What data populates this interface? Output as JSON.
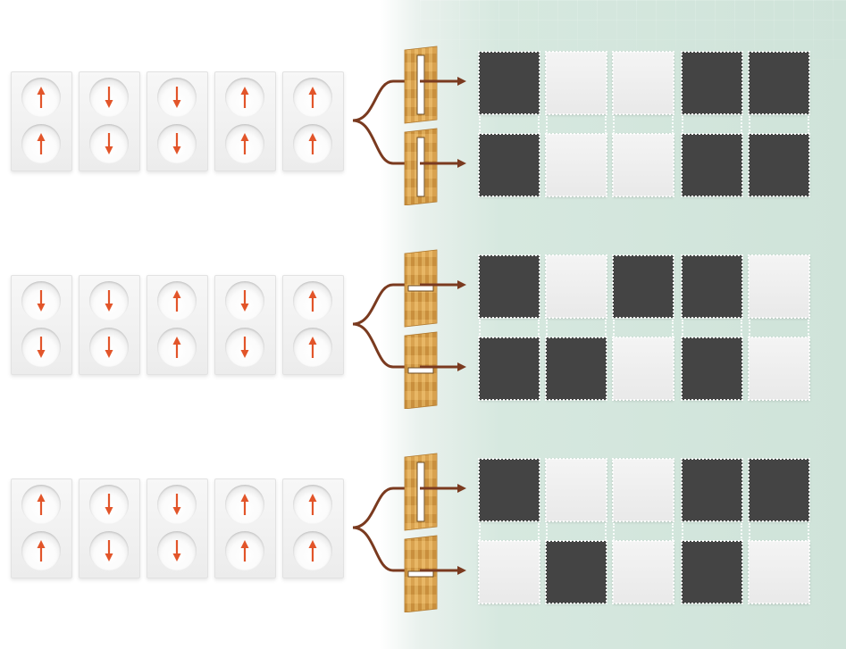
{
  "colors": {
    "arrow": "#e2552a",
    "connector": "#7a3a1f",
    "tile_dark": "#444444",
    "tile_light": "#f2f2f2",
    "wood": "#d9a24f",
    "background_right": "#cfe3d9"
  },
  "icons": {
    "spin_up": "arrow-up-icon",
    "spin_down": "arrow-down-icon",
    "detector": "slotted-wood-panel-icon"
  },
  "blocks": [
    {
      "detector": {
        "slot": "vertical"
      },
      "pairs": [
        {
          "top": "up",
          "bottom": "up"
        },
        {
          "top": "down",
          "bottom": "down"
        },
        {
          "top": "down",
          "bottom": "down"
        },
        {
          "top": "up",
          "bottom": "up"
        },
        {
          "top": "up",
          "bottom": "up"
        }
      ],
      "outcomes": [
        [
          "dark",
          "light",
          "light",
          "dark",
          "dark"
        ],
        [
          "dark",
          "light",
          "light",
          "dark",
          "dark"
        ]
      ]
    },
    {
      "detector": {
        "slot": "horizontal"
      },
      "pairs": [
        {
          "top": "down",
          "bottom": "down"
        },
        {
          "top": "down",
          "bottom": "down"
        },
        {
          "top": "up",
          "bottom": "up"
        },
        {
          "top": "down",
          "bottom": "down"
        },
        {
          "top": "up",
          "bottom": "up"
        }
      ],
      "outcomes": [
        [
          "dark",
          "light",
          "dark",
          "dark",
          "light"
        ],
        [
          "dark",
          "dark",
          "light",
          "dark",
          "light"
        ]
      ]
    },
    {
      "detector": {
        "slot": "vertical-horizontal"
      },
      "pairs": [
        {
          "top": "up",
          "bottom": "up"
        },
        {
          "top": "down",
          "bottom": "down"
        },
        {
          "top": "down",
          "bottom": "down"
        },
        {
          "top": "up",
          "bottom": "up"
        },
        {
          "top": "up",
          "bottom": "up"
        }
      ],
      "outcomes": [
        [
          "dark",
          "light",
          "light",
          "dark",
          "dark"
        ],
        [
          "light",
          "dark",
          "light",
          "dark",
          "light"
        ]
      ]
    }
  ]
}
